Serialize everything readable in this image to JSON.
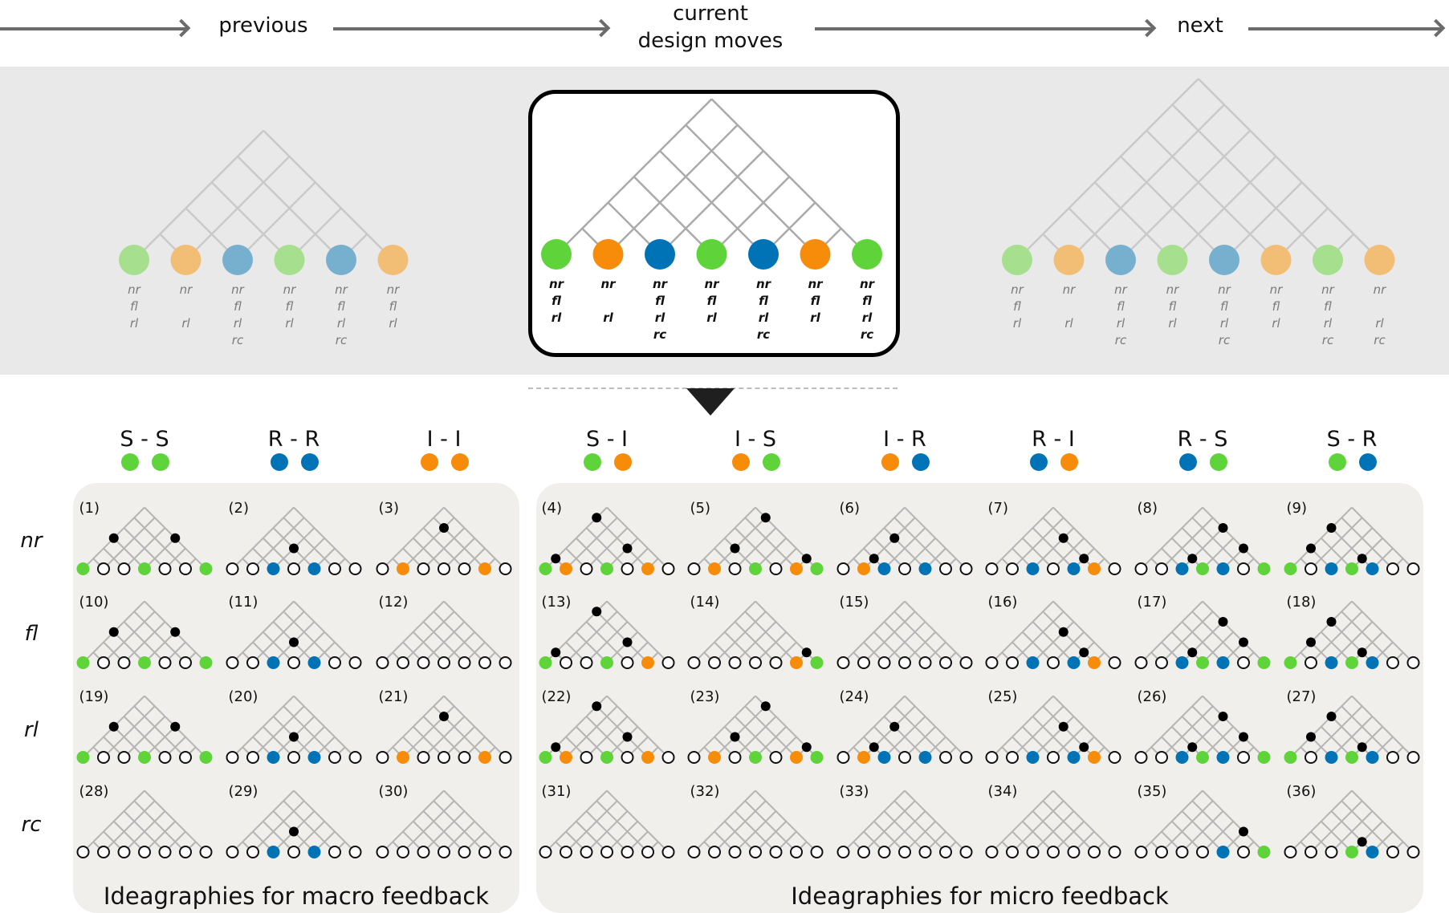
{
  "timeline": {
    "previous_label": "previous",
    "current_label_line1": "current",
    "current_label_line2": "design moves",
    "next_label": "next"
  },
  "colors": {
    "S": "#5fd43a",
    "R": "#0073b6",
    "I": "#f78c0b",
    "S_faded": "#a6df8d",
    "R_faded": "#77afcf",
    "I_faded": "#f2bd75",
    "black_node": "#000000",
    "lattice": "#b5b5b5",
    "band_bg": "#e9e9e9",
    "panel_bg": "#f1efeb"
  },
  "sequences": {
    "previous": {
      "moves": [
        {
          "type": "S",
          "tags": [
            "nr",
            "fl",
            "rl",
            ""
          ]
        },
        {
          "type": "I",
          "tags": [
            "nr",
            "",
            "rl",
            ""
          ]
        },
        {
          "type": "R",
          "tags": [
            "nr",
            "fl",
            "rl",
            "rc"
          ]
        },
        {
          "type": "S",
          "tags": [
            "nr",
            "fl",
            "rl",
            ""
          ]
        },
        {
          "type": "R",
          "tags": [
            "nr",
            "fl",
            "rl",
            "rc"
          ]
        },
        {
          "type": "I",
          "tags": [
            "nr",
            "fl",
            "rl",
            ""
          ]
        }
      ]
    },
    "current": {
      "moves": [
        {
          "type": "S",
          "tags": [
            "nr",
            "fl",
            "rl",
            ""
          ]
        },
        {
          "type": "I",
          "tags": [
            "nr",
            "",
            "rl",
            ""
          ]
        },
        {
          "type": "R",
          "tags": [
            "nr",
            "fl",
            "rl",
            "rc"
          ]
        },
        {
          "type": "S",
          "tags": [
            "nr",
            "fl",
            "rl",
            ""
          ]
        },
        {
          "type": "R",
          "tags": [
            "nr",
            "fl",
            "rl",
            "rc"
          ]
        },
        {
          "type": "I",
          "tags": [
            "nr",
            "fl",
            "rl",
            ""
          ]
        },
        {
          "type": "S",
          "tags": [
            "nr",
            "fl",
            "rl",
            "rc"
          ]
        }
      ]
    },
    "next": {
      "moves": [
        {
          "type": "S",
          "tags": [
            "nr",
            "fl",
            "rl",
            ""
          ]
        },
        {
          "type": "I",
          "tags": [
            "nr",
            "",
            "rl",
            ""
          ]
        },
        {
          "type": "R",
          "tags": [
            "nr",
            "fl",
            "rl",
            "rc"
          ]
        },
        {
          "type": "S",
          "tags": [
            "nr",
            "fl",
            "rl",
            ""
          ]
        },
        {
          "type": "R",
          "tags": [
            "nr",
            "fl",
            "rl",
            "rc"
          ]
        },
        {
          "type": "I",
          "tags": [
            "nr",
            "fl",
            "rl",
            ""
          ]
        },
        {
          "type": "S",
          "tags": [
            "nr",
            "fl",
            "rl",
            "rc"
          ]
        },
        {
          "type": "I",
          "tags": [
            "nr",
            "",
            "rl",
            "rc"
          ]
        }
      ]
    }
  },
  "columns": [
    {
      "label": "S - S",
      "pair": [
        "S",
        "S"
      ],
      "group": "macro"
    },
    {
      "label": "R - R",
      "pair": [
        "R",
        "R"
      ],
      "group": "macro"
    },
    {
      "label": "I - I",
      "pair": [
        "I",
        "I"
      ],
      "group": "macro"
    },
    {
      "label": "S - I",
      "pair": [
        "S",
        "I"
      ],
      "group": "micro"
    },
    {
      "label": "I - S",
      "pair": [
        "I",
        "S"
      ],
      "group": "micro"
    },
    {
      "label": "I - R",
      "pair": [
        "I",
        "R"
      ],
      "group": "micro"
    },
    {
      "label": "R - I",
      "pair": [
        "R",
        "I"
      ],
      "group": "micro"
    },
    {
      "label": "R - S",
      "pair": [
        "R",
        "S"
      ],
      "group": "micro"
    },
    {
      "label": "S - R",
      "pair": [
        "S",
        "R"
      ],
      "group": "micro"
    }
  ],
  "rows": [
    {
      "label": "nr"
    },
    {
      "label": "fl"
    },
    {
      "label": "rl"
    },
    {
      "label": "rc"
    }
  ],
  "panels": {
    "macro_title": "Ideagraphies for macro feedback",
    "micro_title": "Ideagraphies for micro feedback"
  },
  "cells": [
    {
      "id": "(1)",
      "leaves": [
        "S",
        "",
        "",
        "S",
        "",
        "",
        "S"
      ],
      "links": [
        [
          0,
          3
        ],
        [
          3,
          6
        ]
      ]
    },
    {
      "id": "(2)",
      "leaves": [
        "",
        "",
        "R",
        "",
        "R",
        "",
        ""
      ],
      "links": [
        [
          2,
          4
        ]
      ]
    },
    {
      "id": "(3)",
      "leaves": [
        "",
        "I",
        "",
        "",
        "",
        "I",
        ""
      ],
      "links": [
        [
          1,
          5
        ]
      ]
    },
    {
      "id": "(4)",
      "leaves": [
        "S",
        "I",
        "",
        "S",
        "",
        "I",
        ""
      ],
      "links": [
        [
          0,
          1
        ],
        [
          0,
          5
        ],
        [
          3,
          5
        ]
      ]
    },
    {
      "id": "(5)",
      "leaves": [
        "",
        "I",
        "",
        "S",
        "",
        "I",
        "S"
      ],
      "links": [
        [
          1,
          3
        ],
        [
          1,
          6
        ],
        [
          5,
          6
        ]
      ]
    },
    {
      "id": "(6)",
      "leaves": [
        "",
        "I",
        "R",
        "",
        "R",
        "",
        ""
      ],
      "links": [
        [
          1,
          2
        ],
        [
          1,
          4
        ]
      ]
    },
    {
      "id": "(7)",
      "leaves": [
        "",
        "",
        "R",
        "",
        "R",
        "I",
        ""
      ],
      "links": [
        [
          2,
          5
        ],
        [
          4,
          5
        ]
      ]
    },
    {
      "id": "(8)",
      "leaves": [
        "",
        "",
        "R",
        "S",
        "R",
        "",
        "S"
      ],
      "links": [
        [
          2,
          3
        ],
        [
          2,
          6
        ],
        [
          4,
          6
        ]
      ]
    },
    {
      "id": "(9)",
      "leaves": [
        "S",
        "",
        "R",
        "S",
        "R",
        "",
        ""
      ],
      "links": [
        [
          0,
          2
        ],
        [
          0,
          4
        ],
        [
          3,
          4
        ]
      ]
    },
    {
      "id": "(10)",
      "leaves": [
        "S",
        "",
        "",
        "S",
        "",
        "",
        "S"
      ],
      "links": [
        [
          0,
          3
        ],
        [
          3,
          6
        ]
      ]
    },
    {
      "id": "(11)",
      "leaves": [
        "",
        "",
        "R",
        "",
        "R",
        "",
        ""
      ],
      "links": [
        [
          2,
          4
        ]
      ]
    },
    {
      "id": "(12)",
      "leaves": [
        "",
        "",
        "",
        "",
        "",
        "",
        ""
      ],
      "links": []
    },
    {
      "id": "(13)",
      "leaves": [
        "S",
        "",
        "",
        "S",
        "",
        "I",
        ""
      ],
      "links": [
        [
          0,
          1
        ],
        [
          0,
          5
        ],
        [
          3,
          5
        ]
      ]
    },
    {
      "id": "(14)",
      "leaves": [
        "",
        "",
        "",
        "",
        "",
        "I",
        "S"
      ],
      "links": [
        [
          5,
          6
        ]
      ]
    },
    {
      "id": "(15)",
      "leaves": [
        "",
        "",
        "",
        "",
        "",
        "",
        ""
      ],
      "links": []
    },
    {
      "id": "(16)",
      "leaves": [
        "",
        "",
        "R",
        "",
        "R",
        "I",
        ""
      ],
      "links": [
        [
          2,
          5
        ],
        [
          4,
          5
        ]
      ]
    },
    {
      "id": "(17)",
      "leaves": [
        "",
        "",
        "R",
        "S",
        "R",
        "",
        "S"
      ],
      "links": [
        [
          2,
          3
        ],
        [
          2,
          6
        ],
        [
          4,
          6
        ]
      ]
    },
    {
      "id": "(18)",
      "leaves": [
        "S",
        "",
        "R",
        "S",
        "R",
        "",
        ""
      ],
      "links": [
        [
          0,
          2
        ],
        [
          0,
          4
        ],
        [
          3,
          4
        ]
      ]
    },
    {
      "id": "(19)",
      "leaves": [
        "S",
        "",
        "",
        "S",
        "",
        "",
        "S"
      ],
      "links": [
        [
          0,
          3
        ],
        [
          3,
          6
        ]
      ]
    },
    {
      "id": "(20)",
      "leaves": [
        "",
        "",
        "R",
        "",
        "R",
        "",
        ""
      ],
      "links": [
        [
          2,
          4
        ]
      ]
    },
    {
      "id": "(21)",
      "leaves": [
        "",
        "I",
        "",
        "",
        "",
        "I",
        ""
      ],
      "links": [
        [
          1,
          5
        ]
      ]
    },
    {
      "id": "(22)",
      "leaves": [
        "S",
        "I",
        "",
        "S",
        "",
        "I",
        ""
      ],
      "links": [
        [
          0,
          1
        ],
        [
          0,
          5
        ],
        [
          3,
          5
        ]
      ]
    },
    {
      "id": "(23)",
      "leaves": [
        "",
        "I",
        "",
        "S",
        "",
        "I",
        "S"
      ],
      "links": [
        [
          1,
          3
        ],
        [
          1,
          6
        ],
        [
          5,
          6
        ]
      ]
    },
    {
      "id": "(24)",
      "leaves": [
        "",
        "I",
        "R",
        "",
        "R",
        "",
        ""
      ],
      "links": [
        [
          1,
          2
        ],
        [
          1,
          4
        ]
      ]
    },
    {
      "id": "(25)",
      "leaves": [
        "",
        "",
        "R",
        "",
        "R",
        "I",
        ""
      ],
      "links": [
        [
          2,
          5
        ],
        [
          4,
          5
        ]
      ]
    },
    {
      "id": "(26)",
      "leaves": [
        "",
        "",
        "R",
        "S",
        "R",
        "",
        "S"
      ],
      "links": [
        [
          2,
          3
        ],
        [
          2,
          6
        ],
        [
          4,
          6
        ]
      ]
    },
    {
      "id": "(27)",
      "leaves": [
        "S",
        "",
        "R",
        "S",
        "R",
        "",
        ""
      ],
      "links": [
        [
          0,
          2
        ],
        [
          0,
          4
        ],
        [
          3,
          4
        ]
      ]
    },
    {
      "id": "(28)",
      "leaves": [
        "",
        "",
        "",
        "",
        "",
        "",
        ""
      ],
      "links": []
    },
    {
      "id": "(29)",
      "leaves": [
        "",
        "",
        "R",
        "",
        "R",
        "",
        ""
      ],
      "links": [
        [
          2,
          4
        ]
      ]
    },
    {
      "id": "(30)",
      "leaves": [
        "",
        "",
        "",
        "",
        "",
        "",
        ""
      ],
      "links": []
    },
    {
      "id": "(31)",
      "leaves": [
        "",
        "",
        "",
        "",
        "",
        "",
        ""
      ],
      "links": []
    },
    {
      "id": "(32)",
      "leaves": [
        "",
        "",
        "",
        "",
        "",
        "",
        ""
      ],
      "links": []
    },
    {
      "id": "(33)",
      "leaves": [
        "",
        "",
        "",
        "",
        "",
        "",
        ""
      ],
      "links": []
    },
    {
      "id": "(34)",
      "leaves": [
        "",
        "",
        "",
        "",
        "",
        "",
        ""
      ],
      "links": []
    },
    {
      "id": "(35)",
      "leaves": [
        "",
        "",
        "",
        "",
        "R",
        "",
        "S"
      ],
      "links": [
        [
          4,
          6
        ]
      ]
    },
    {
      "id": "(36)",
      "leaves": [
        "",
        "",
        "",
        "S",
        "R",
        "",
        ""
      ],
      "links": [
        [
          3,
          4
        ]
      ]
    }
  ]
}
